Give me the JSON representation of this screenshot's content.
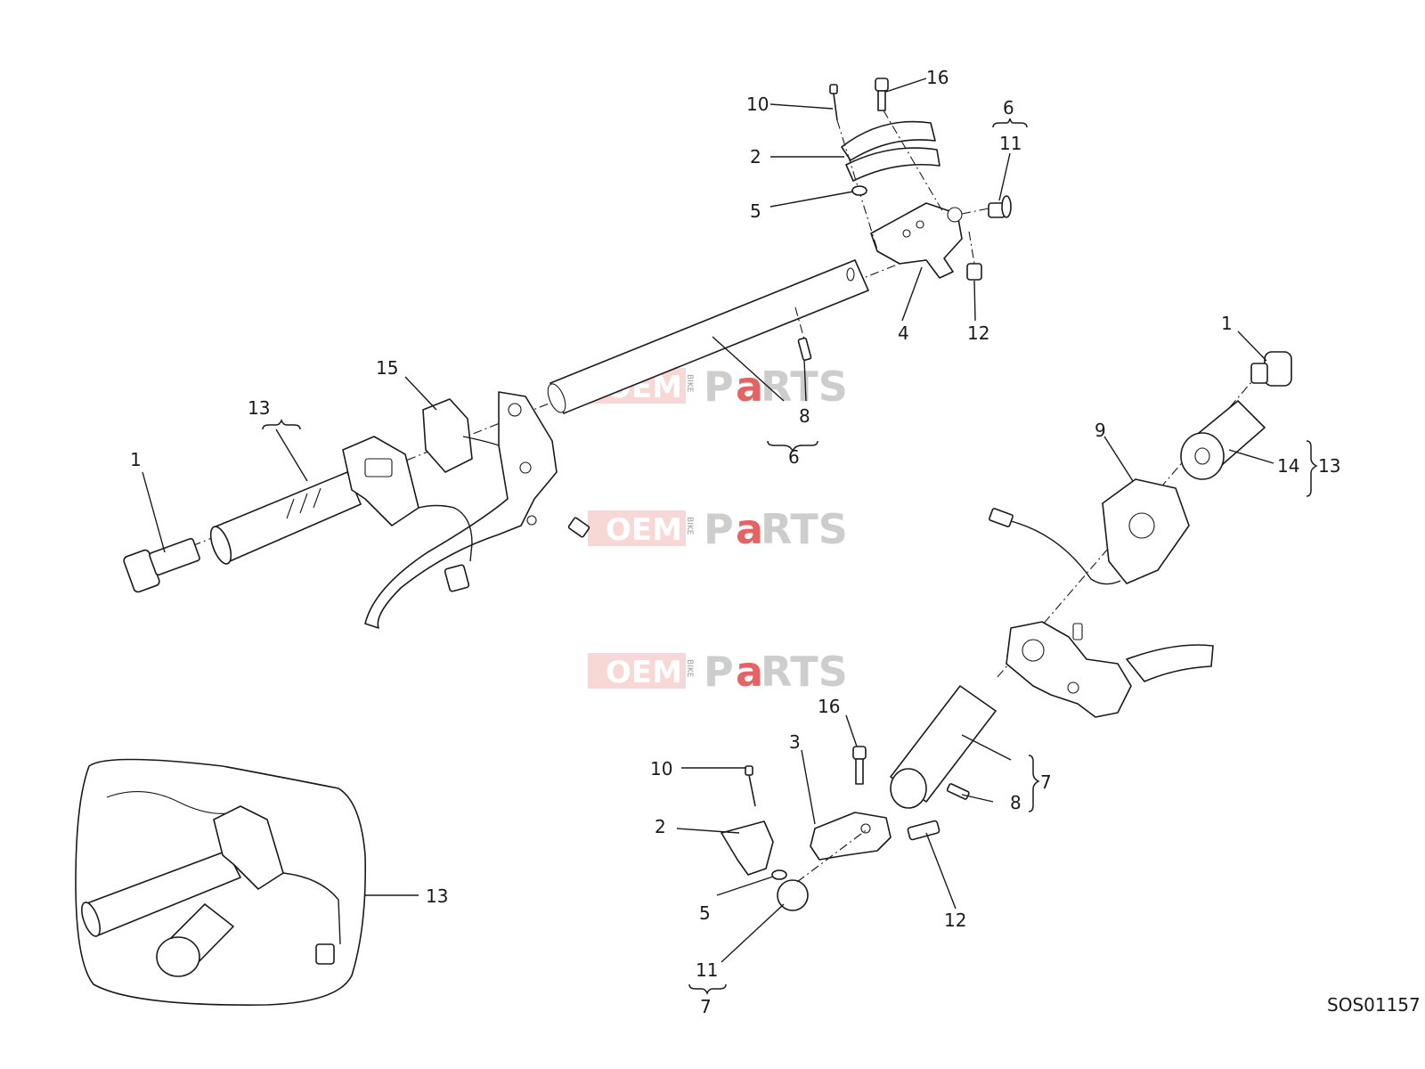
{
  "drawing_code": "SOS01157",
  "watermark": {
    "oem": "OEM",
    "bike": "BIKE",
    "p": "P",
    "a": "a",
    "rts": "RTS"
  },
  "callouts": {
    "top_10": "10",
    "top_16": "16",
    "top_2": "2",
    "top_5": "5",
    "top_6": "6",
    "top_11": "11",
    "top_4": "4",
    "top_12": "12",
    "mid_8": "8",
    "mid_6": "6",
    "left_15": "15",
    "left_13": "13",
    "left_1": "1",
    "right_1": "1",
    "right_9": "9",
    "right_14": "14",
    "right_13": "13",
    "bot_16": "16",
    "bot_3": "3",
    "bot_10": "10",
    "bot_2": "2",
    "bot_5": "5",
    "bot_12": "12",
    "bot_11": "11",
    "bot_7": "7",
    "bot_8": "8",
    "bot_7b": "7",
    "inset_13": "13"
  }
}
